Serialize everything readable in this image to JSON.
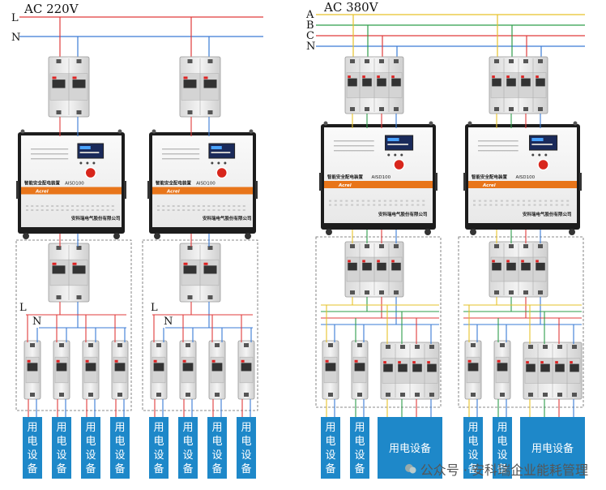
{
  "left_system": {
    "supply_label": "AC 220V",
    "line_L": "L",
    "line_N": "N",
    "sub_L": "L",
    "sub_N": "N"
  },
  "right_system": {
    "supply_label": "AC 380V",
    "line_A": "A",
    "line_B": "B",
    "line_C": "C",
    "line_N": "N"
  },
  "device": {
    "title": "智能安全配电装置",
    "model": "AISD100",
    "brand": "Acrel",
    "company": "安科瑞电气股份有限公司"
  },
  "load_label": "用电设备",
  "watermark": {
    "text": "公众号 · 安科瑞企业能耗管理"
  },
  "colors": {
    "phase_L": "#e03b3b",
    "neutral": "#3a7bd5",
    "phase_A": "#e6c229",
    "phase_B": "#2e9d4a",
    "phase_C": "#e03b3b",
    "load_box": "#1e88c9",
    "device_orange": "#e8751a"
  }
}
